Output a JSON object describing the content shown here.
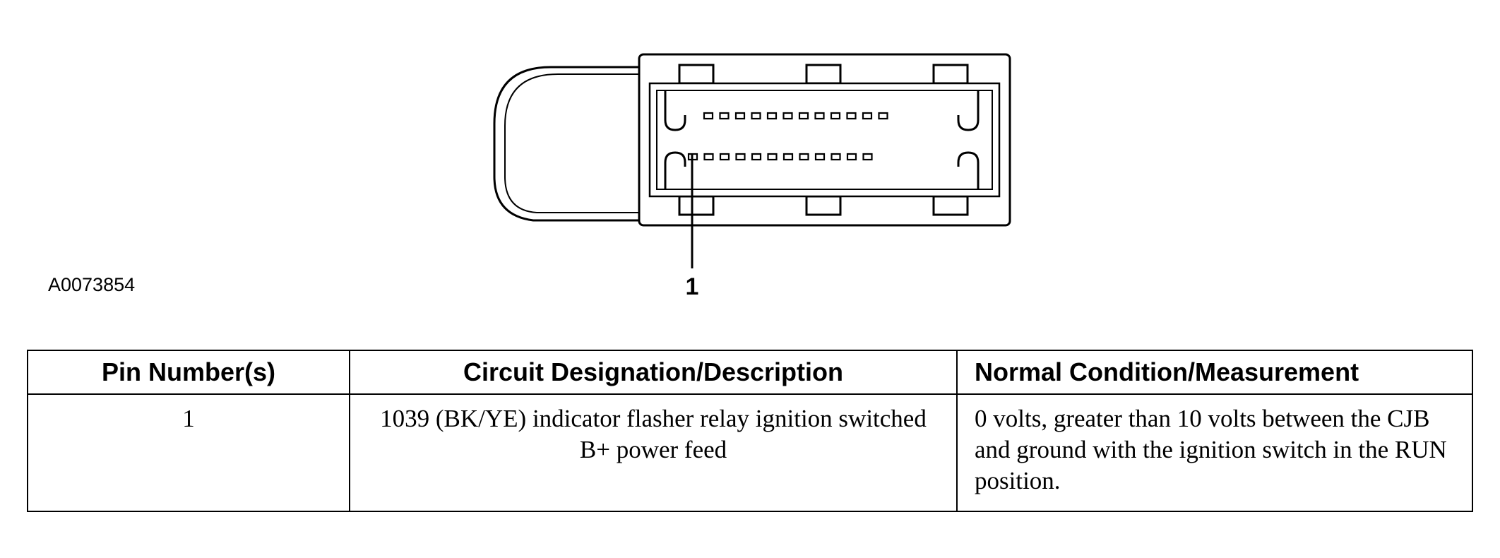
{
  "diagram": {
    "callout_label": "1",
    "figure_id": "A0073854",
    "top_row_terminal_count": 12,
    "bottom_row_terminal_count": 12
  },
  "table": {
    "headers": [
      "Pin Number(s)",
      "Circuit Designation/Description",
      "Normal Condition/Measurement"
    ],
    "rows": [
      {
        "pin": "1",
        "circuit": "1039 (BK/YE) indicator flasher relay ignition switched B+ power feed",
        "measurement": "0 volts, greater than 10 volts between the CJB and ground with the ignition switch in the RUN position."
      }
    ]
  }
}
